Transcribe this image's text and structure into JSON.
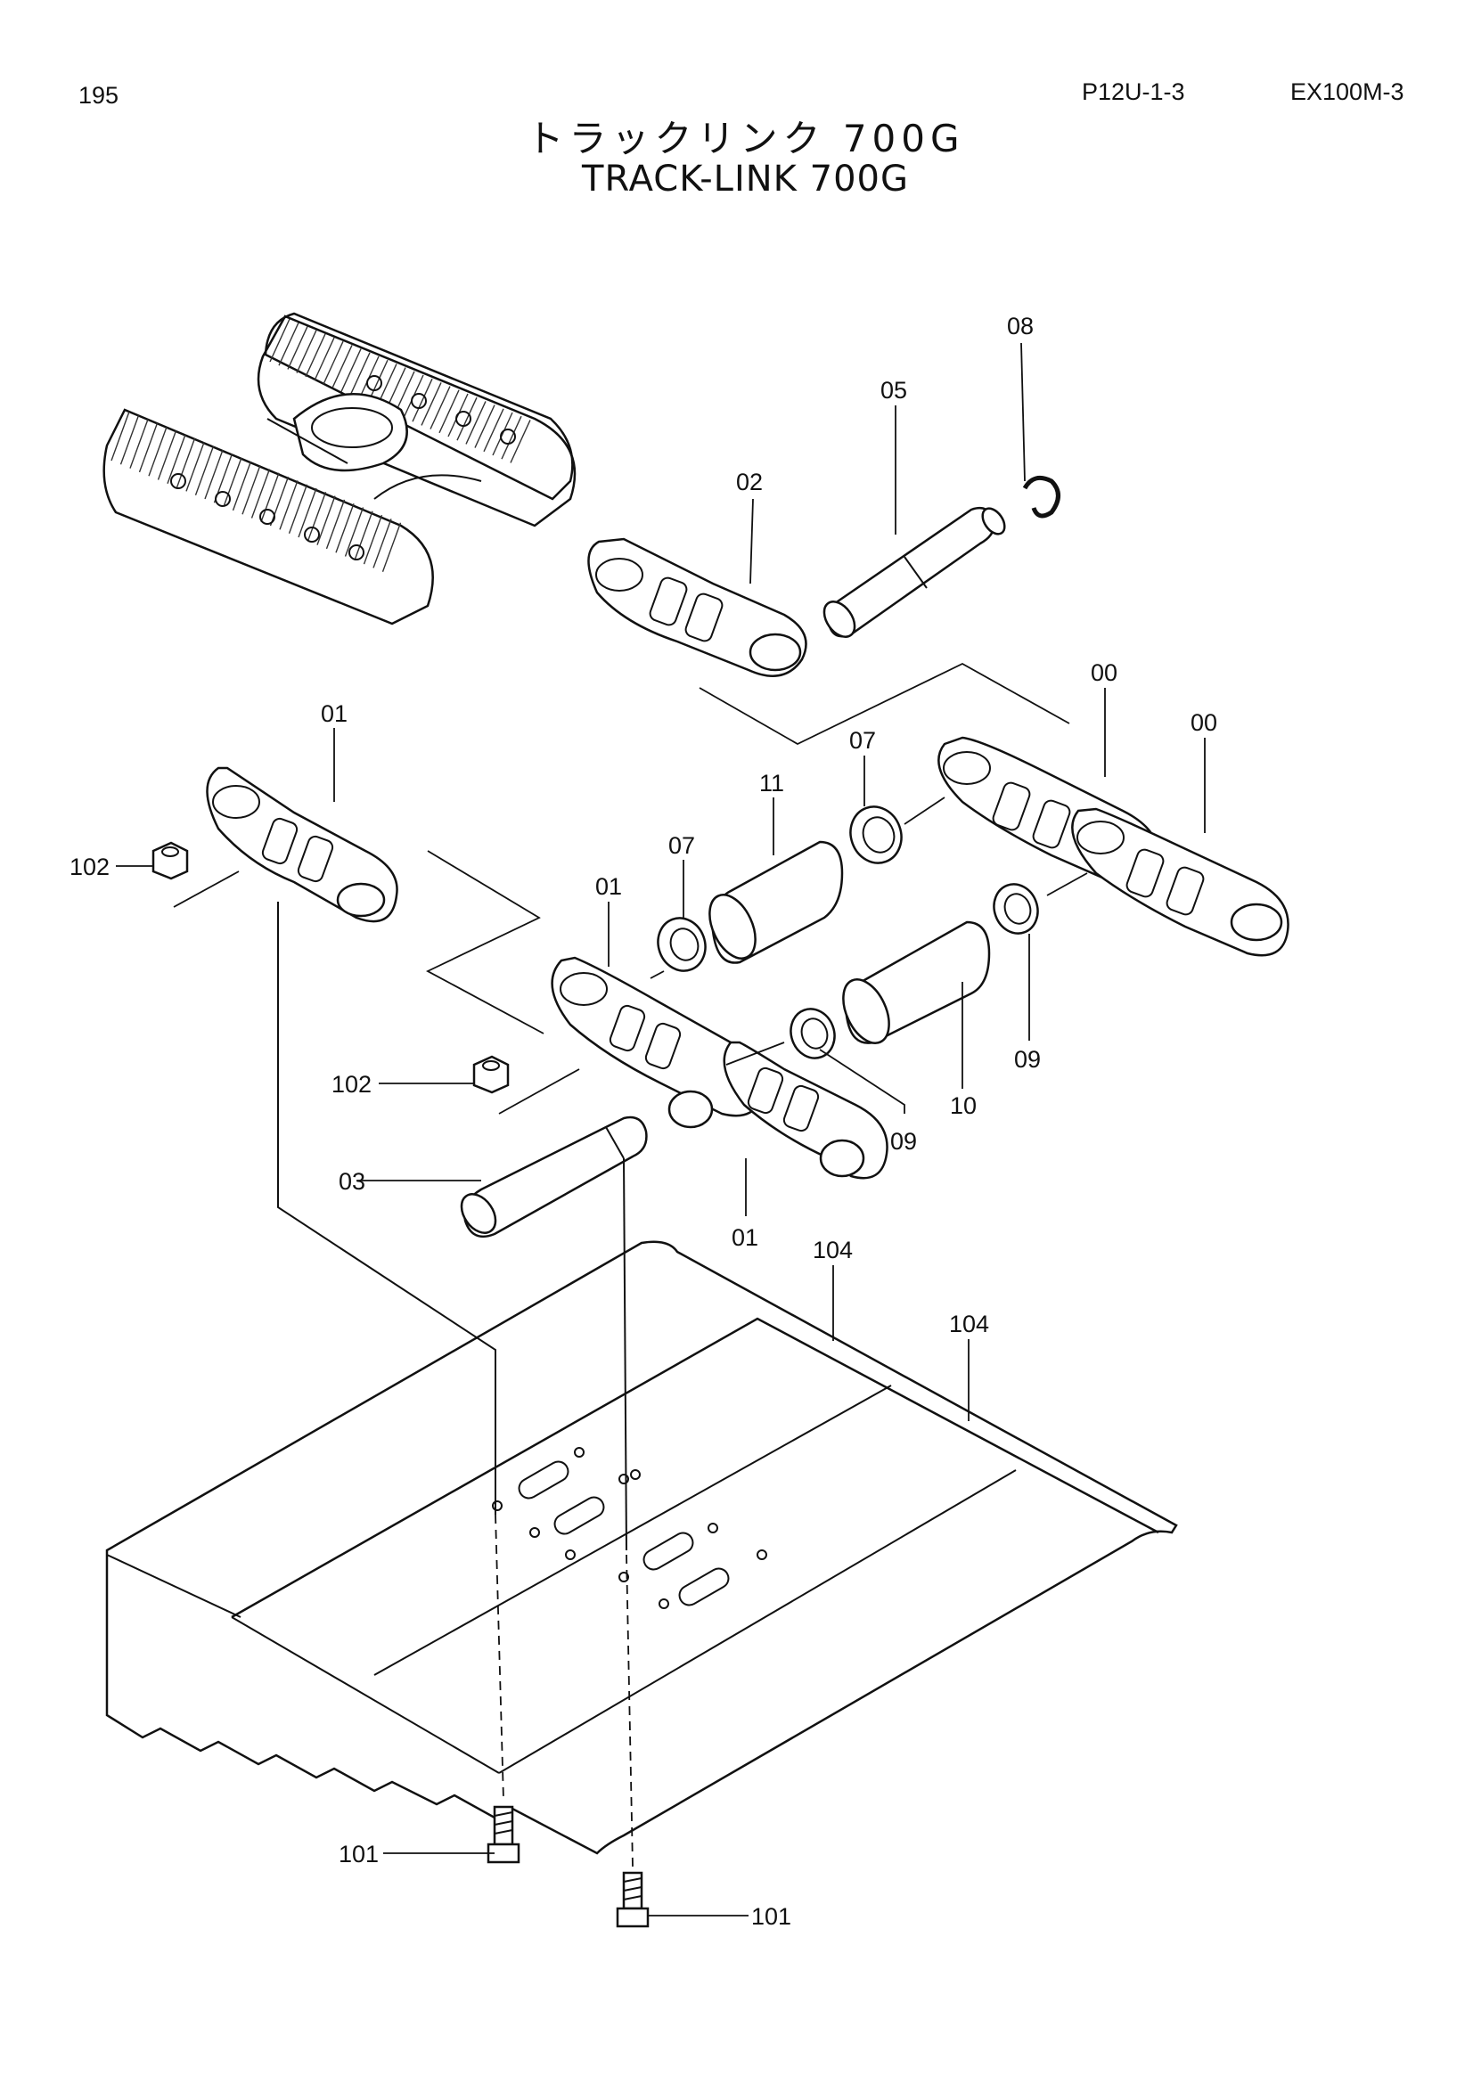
{
  "header": {
    "page_number": "195",
    "ref_code": "P12U-1-3",
    "model": "EX100M-3"
  },
  "title": {
    "japanese": "トラックリンク 700G",
    "english": "TRACK-LINK 700G"
  },
  "parts": [
    {
      "id": "part-08",
      "label": "08"
    },
    {
      "id": "part-05",
      "label": "05"
    },
    {
      "id": "part-02",
      "label": "02"
    },
    {
      "id": "part-00-a",
      "label": "00"
    },
    {
      "id": "part-00-b",
      "label": "00"
    },
    {
      "id": "part-01-a",
      "label": "01"
    },
    {
      "id": "part-07-a",
      "label": "07"
    },
    {
      "id": "part-11",
      "label": "11"
    },
    {
      "id": "part-07-b",
      "label": "07"
    },
    {
      "id": "part-102-a",
      "label": "102"
    },
    {
      "id": "part-01-b",
      "label": "01"
    },
    {
      "id": "part-102-b",
      "label": "102"
    },
    {
      "id": "part-09-a",
      "label": "09"
    },
    {
      "id": "part-10",
      "label": "10"
    },
    {
      "id": "part-09-b",
      "label": "09"
    },
    {
      "id": "part-03",
      "label": "03"
    },
    {
      "id": "part-01-c",
      "label": "01"
    },
    {
      "id": "part-104-a",
      "label": "104"
    },
    {
      "id": "part-104-b",
      "label": "104"
    },
    {
      "id": "part-101-a",
      "label": "101"
    },
    {
      "id": "part-101-b",
      "label": "101"
    }
  ]
}
